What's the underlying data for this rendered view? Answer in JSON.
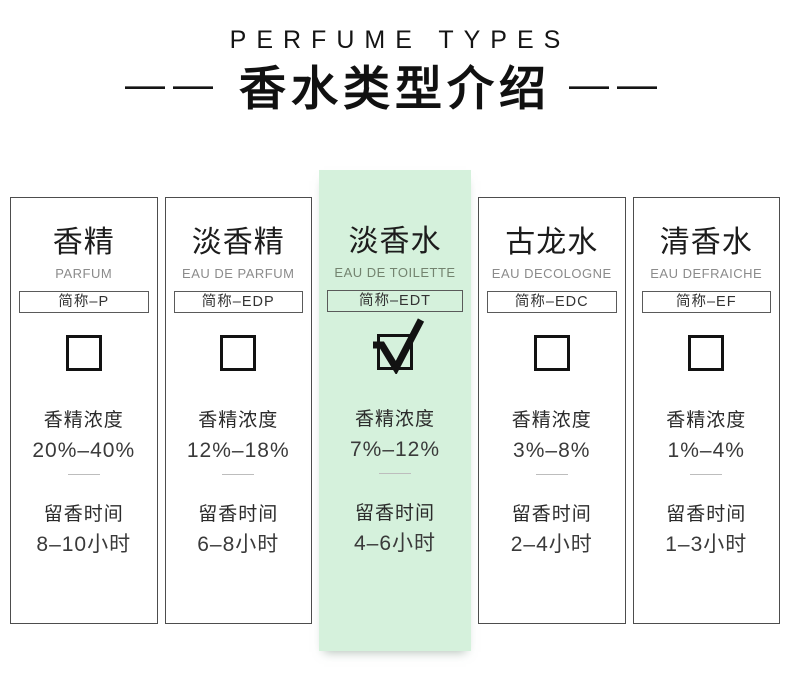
{
  "header": {
    "eyebrow": "PERFUME TYPES",
    "title": "香水类型介绍",
    "dash_left": "——",
    "dash_right": "——"
  },
  "labels": {
    "concentration": "香精浓度",
    "duration": "留香时间"
  },
  "colors": {
    "highlight_bg": "#d5f1dc",
    "card_border": "#4d4d4d",
    "text_primary": "#262626",
    "text_secondary": "#8b8b8b",
    "check_color": "#121212"
  },
  "cards": [
    {
      "name_cn": "香精",
      "name_en": "PARFUM",
      "abbr": "简称–P",
      "checked": false,
      "highlighted": false,
      "concentration": "20%–40%",
      "duration": "8–10小时"
    },
    {
      "name_cn": "淡香精",
      "name_en": "EAU DE PARFUM",
      "abbr": "简称–EDP",
      "checked": false,
      "highlighted": false,
      "concentration": "12%–18%",
      "duration": "6–8小时"
    },
    {
      "name_cn": "淡香水",
      "name_en": "EAU DE TOILETTE",
      "abbr": "简称–EDT",
      "checked": true,
      "highlighted": true,
      "concentration": "7%–12%",
      "duration": "4–6小时"
    },
    {
      "name_cn": "古龙水",
      "name_en": "EAU DECOLOGNE",
      "abbr": "简称–EDC",
      "checked": false,
      "highlighted": false,
      "concentration": "3%–8%",
      "duration": "2–4小时"
    },
    {
      "name_cn": "清香水",
      "name_en": "EAU DEFRAICHE",
      "abbr": "简称–EF",
      "checked": false,
      "highlighted": false,
      "concentration": "1%–4%",
      "duration": "1–3小时"
    }
  ]
}
